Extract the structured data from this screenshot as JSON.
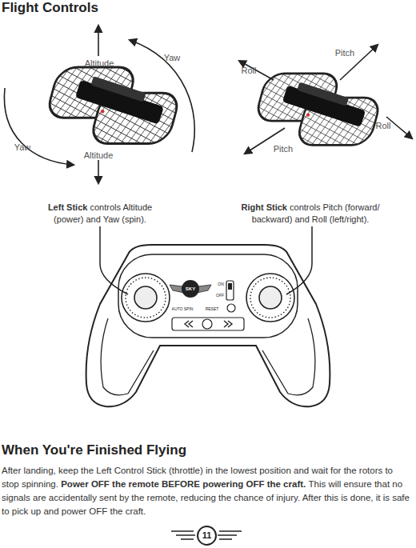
{
  "diagram": {
    "title": "Flight Controls",
    "nodes": [
      {
        "text": [
          "11"
        ]
      }
    ],
    "labels": [
      "Altitude",
      "Yaw",
      "Yaw",
      "Altitude",
      "Roll",
      "Pitch",
      "Roll",
      "Pitch",
      "Left Stick",
      "controls Altitude (power) and Yaw (spin).",
      "Right Stick",
      "controls Pitch (forward/ backward) and Roll (left/right).",
      "SKY",
      "ON",
      "OFF",
      "AUTO SPIN",
      "RESET",
      "When You're Finished Flying",
      "After landing, keep the Left Control Stick (throttle) in the lowest position and wait for the rotors to stop spinning.",
      "Power OFF the remote BEFORE powering OFF the craft.",
      "This will ensure that no signals are accidentally sent by the remote, reducing the chance of injury. After this is done, it is safe to pick up and power OFF the craft."
    ]
  }
}
